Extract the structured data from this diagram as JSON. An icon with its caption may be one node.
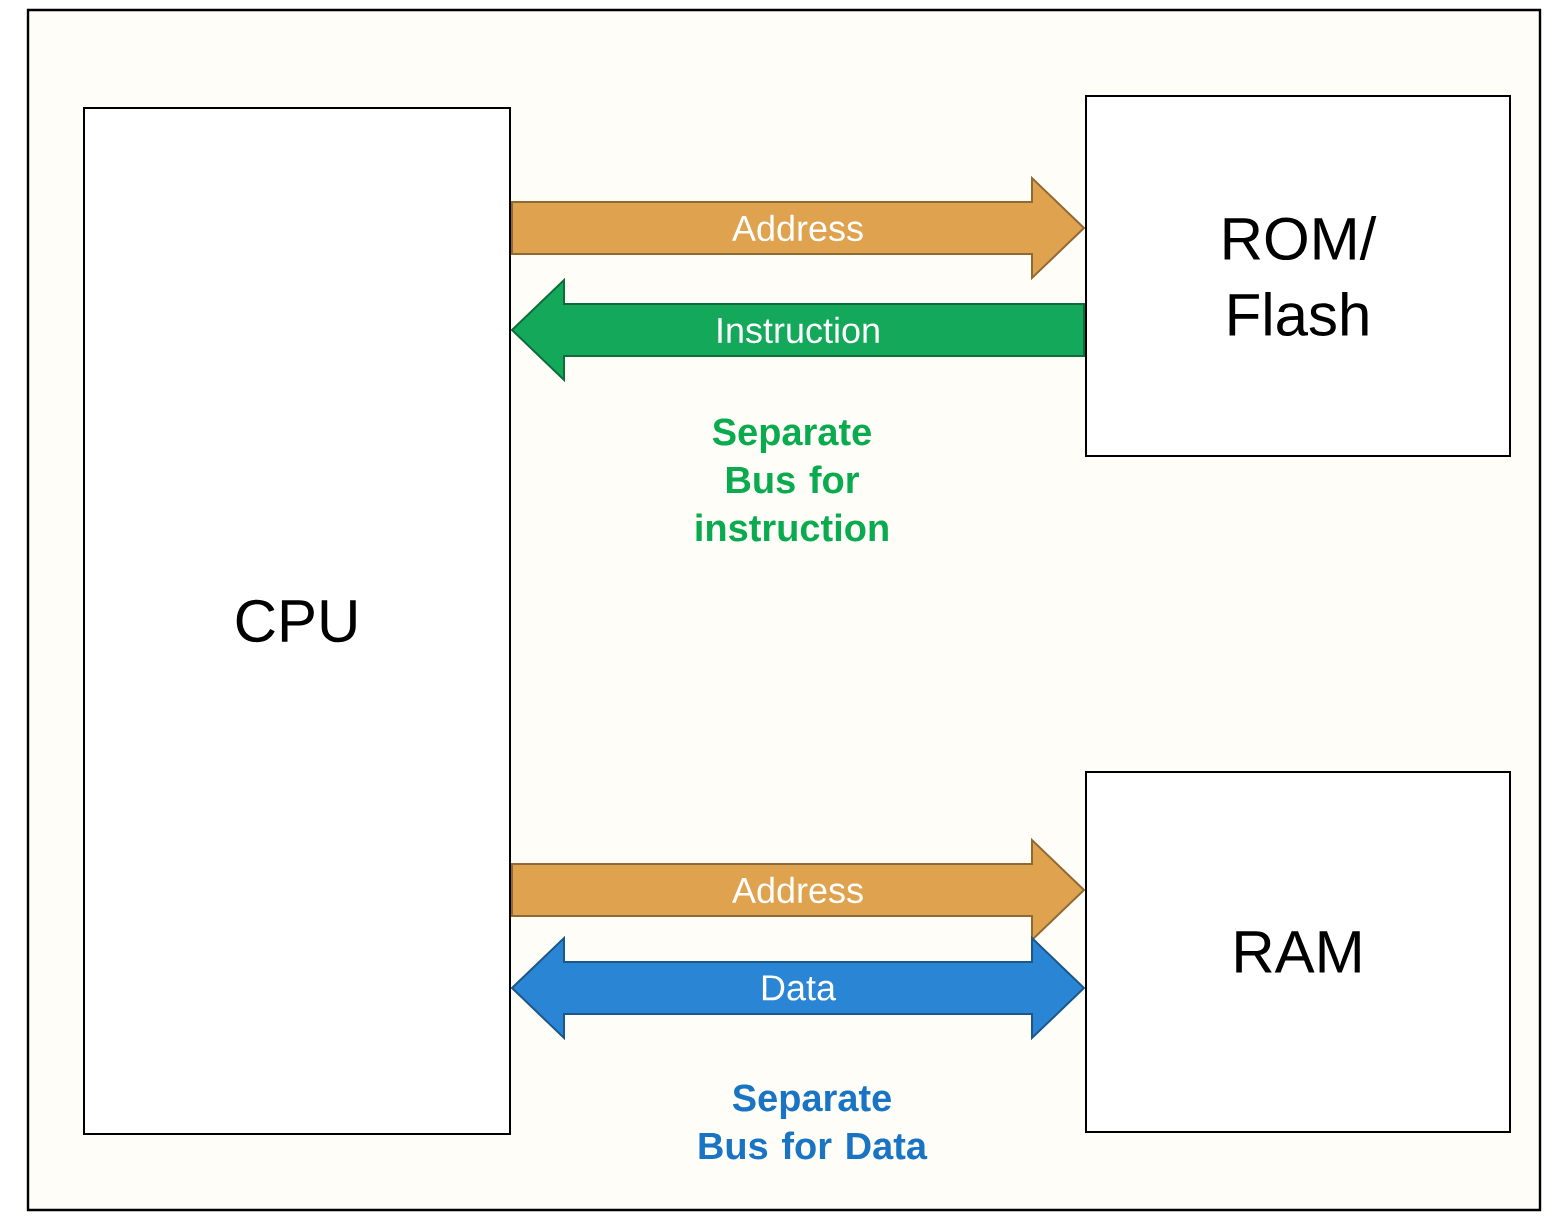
{
  "diagram": {
    "nodes": [
      {
        "text": [
          "CPU"
        ]
      },
      {
        "text": [
          "ROM/ Flash"
        ]
      },
      {
        "text": [
          "RAM"
        ]
      }
    ],
    "edges": [
      {
        "from": 0,
        "to": 1,
        "arrow": "to",
        "label": "Address",
        "style": "thick",
        "color": "#dfa350"
      },
      {
        "from": 1,
        "to": 0,
        "arrow": "to",
        "label": "Instruction",
        "style": "thick",
        "color": "#14a85a"
      },
      {
        "from": 0,
        "to": 2,
        "arrow": "to",
        "label": "Address",
        "style": "thick",
        "color": "#dfa350"
      },
      {
        "from": 0,
        "to": 2,
        "arrow": "both",
        "label": "Data",
        "style": "thick",
        "color": "#2a86d4"
      }
    ],
    "labels": [
      "Separate Bus for instruction",
      "Separate Bus for Data"
    ]
  }
}
